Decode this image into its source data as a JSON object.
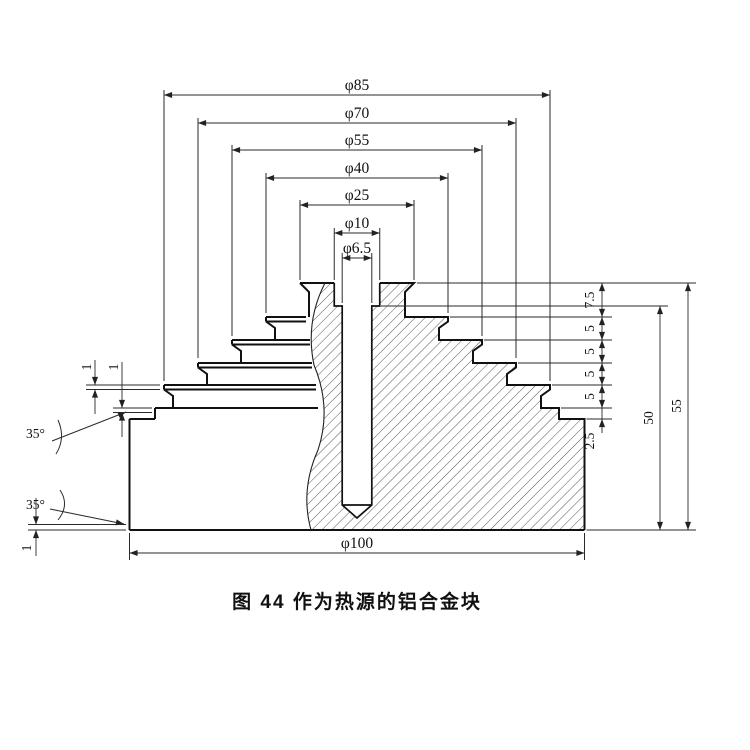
{
  "caption": "图 44  作为热源的铝合金块",
  "dimensions": {
    "top_diameters": {
      "d85": "φ85",
      "d70": "φ70",
      "d55": "φ55",
      "d40": "φ40",
      "d25": "φ25",
      "d10": "φ10",
      "d6_5": "φ6.5"
    },
    "bottom_diameter": "φ100",
    "right_heights": {
      "h7_5": "7.5",
      "h5_1": "5",
      "h5_2": "5",
      "h5_3": "5",
      "h5_4": "5",
      "h2_5": "2.5",
      "h50": "50",
      "h55": "55"
    },
    "left_annotations": {
      "angle_top": "35°",
      "angle_bottom": "35°",
      "one_top_a": "1",
      "one_top_b": "1",
      "one_bottom": "1"
    }
  }
}
